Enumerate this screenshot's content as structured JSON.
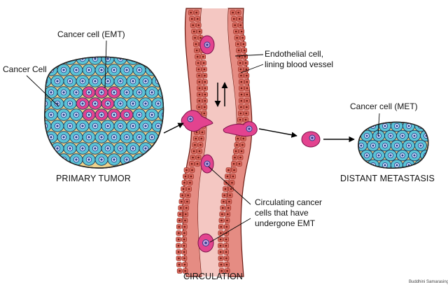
{
  "labels": {
    "cancer_cell_emt": "Cancer cell (EMT)",
    "cancer_cell": "Cancer Cell",
    "endothelial_1": "Endothelial cell,",
    "endothelial_2": "lining blood vessel",
    "cancer_cell_met": "Cancer cell (MET)",
    "primary_tumor": "PRIMARY TUMOR",
    "distant_metastasis": "DISTANT METASTASIS",
    "circulating_1": "Circulating cancer",
    "circulating_2": "cells that have",
    "circulating_3": "undergone EMT",
    "circulation": "CIRCULATION",
    "credit": "Buddhini Samarasinghe"
  },
  "colors": {
    "epithelial_cell": "#5bc3d6",
    "emt_cell": "#e3438f",
    "tumor_matrix": "#efd38c",
    "vessel_lumen": "#f4c7c2",
    "vessel_wall": "#c94a3e",
    "nucleus": "#2b3f8c"
  }
}
